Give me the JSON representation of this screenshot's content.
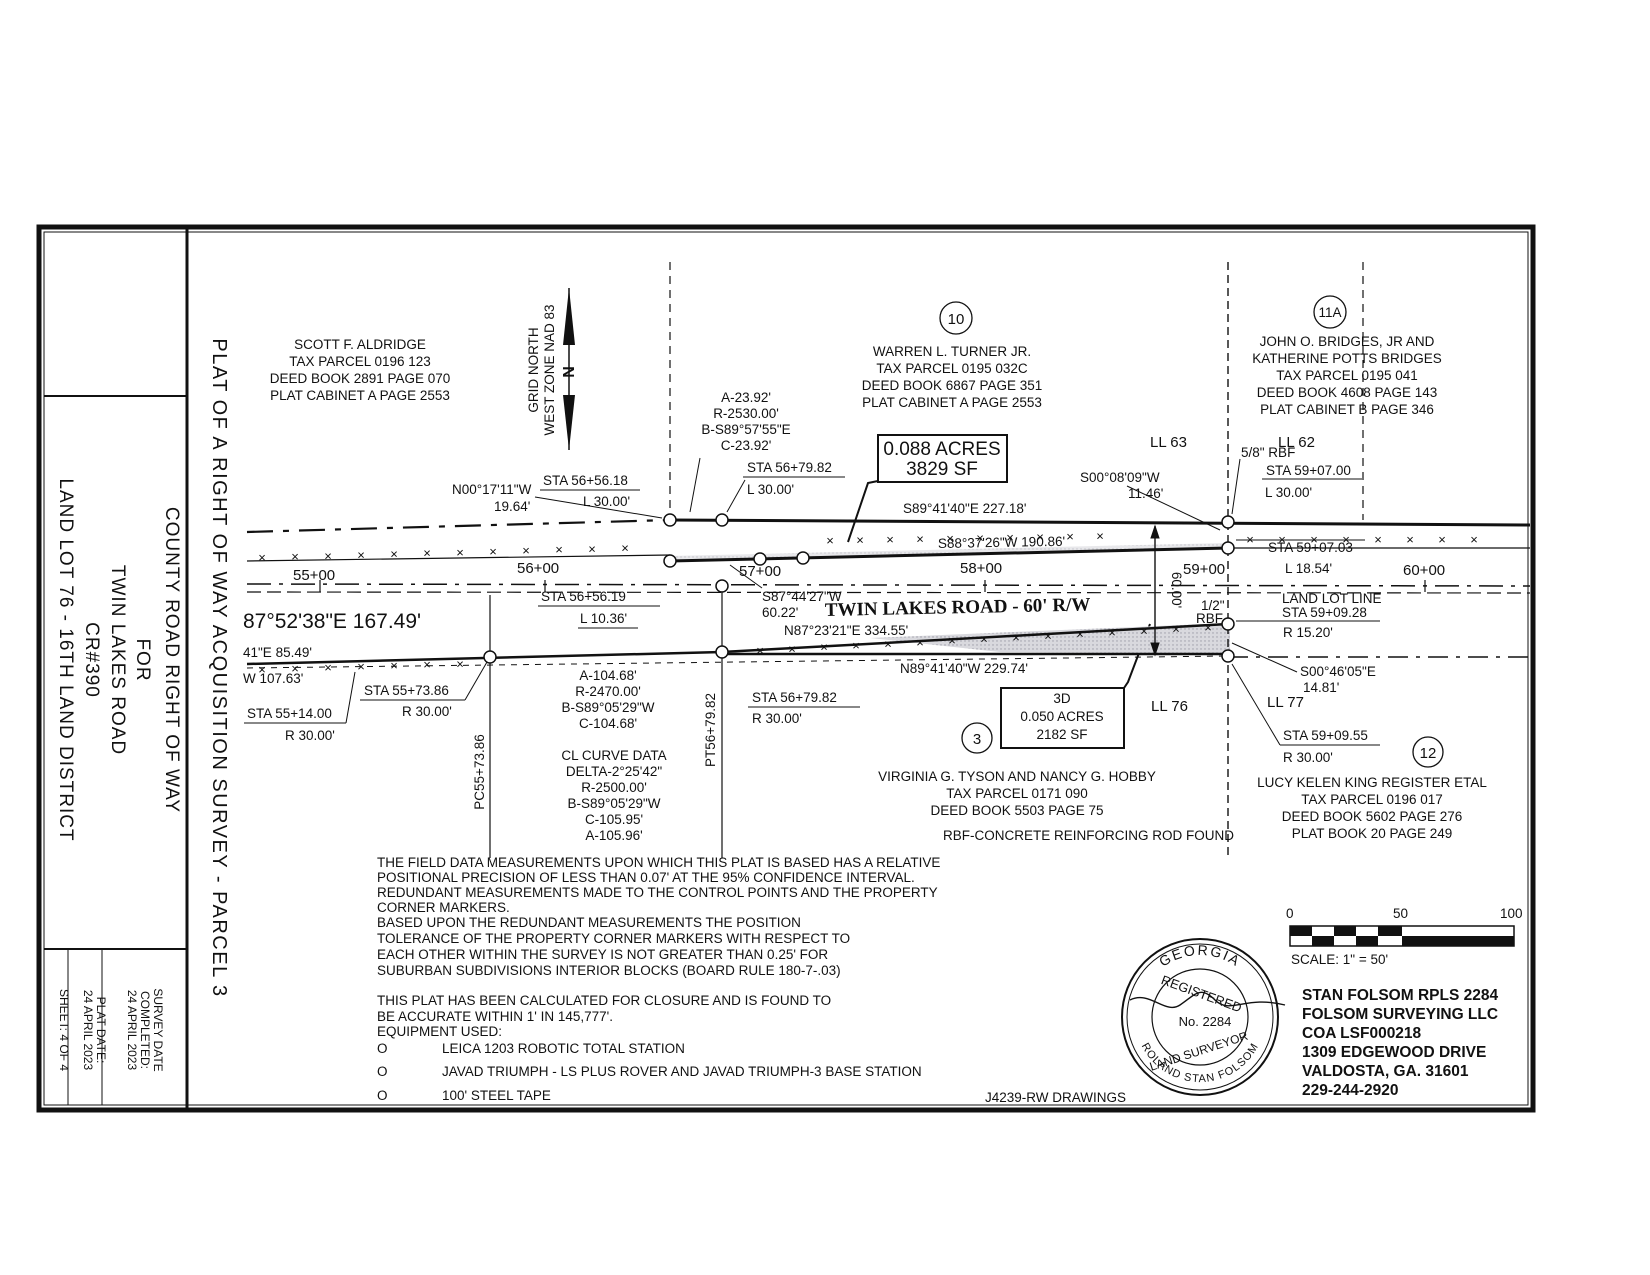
{
  "title_block": {
    "line1": "COUNTY ROAD RIGHT OF WAY",
    "line2": "FOR",
    "line3": "TWIN LAKES ROAD",
    "line4": "CR#390",
    "line5": "LAND LOT 76 - 16TH LAND DISTRICT",
    "survey_label_1": "SURVEY DATE",
    "survey_label_2": "COMPLETED:",
    "survey_date": "24 APRIL 2023",
    "plat_date_label": "PLAT DATE:",
    "plat_date": "24 APRIL 2023",
    "sheet": "SHEET:  4 OF 4"
  },
  "main_title": "PLAT OF A RIGHT OF WAY ACQUISITION SURVEY - PARCEL 3",
  "north_arrow": {
    "label1": "GRID NORTH",
    "label2": "WEST ZONE NAD 83",
    "letter": "N"
  },
  "owners": {
    "aldridge": [
      "SCOTT F. ALDRIDGE",
      "TAX PARCEL 0196 123",
      "DEED BOOK 2891 PAGE 070",
      "PLAT CABINET A PAGE 2553"
    ],
    "turner": [
      "WARREN L. TURNER JR.",
      "TAX PARCEL 0195 032C",
      "DEED BOOK 6867 PAGE 351",
      "PLAT CABINET A PAGE 2553"
    ],
    "bridges": [
      "JOHN O. BRIDGES, JR AND",
      "KATHERINE POTTS BRIDGES",
      "TAX PARCEL 0195 041",
      "DEED BOOK 4608 PAGE 143",
      "PLAT CABINET B PAGE 346"
    ],
    "tyson": [
      "VIRGINIA G. TYSON AND NANCY G. HOBBY",
      "TAX PARCEL 0171 090",
      "DEED BOOK 5503 PAGE 75"
    ],
    "register": [
      "LUCY KELEN KING REGISTER ETAL",
      "TAX PARCEL 0196 017",
      "DEED BOOK 5602 PAGE 276",
      "PLAT BOOK 20 PAGE 249"
    ]
  },
  "parcel_numbers": {
    "p10": "10",
    "p11a": "11A",
    "p3": "3",
    "p12": "12"
  },
  "areas": {
    "north": [
      "0.088 ACRES",
      "3829 SF"
    ],
    "south": [
      "3D",
      "0.050 ACRES",
      "2182 SF"
    ]
  },
  "land_lots": {
    "ll63": "LL 63",
    "ll62": "LL 62",
    "ll76": "LL 76",
    "ll77": "LL 77",
    "lot_line": "LAND LOT LINE"
  },
  "road_name": "TWIN LAKES ROAD - 60' R/W",
  "stations": {
    "s55": "55+00",
    "s56": "56+00",
    "s57": "57+00",
    "s58": "58+00",
    "s59": "59+00",
    "s60": "60+00"
  },
  "annotations": {
    "sta_5656_18": "STA 56+56.18",
    "l30a": "L 30.00'",
    "sta_5679_82n": "STA 56+79.82",
    "l30b": "L 30.00'",
    "curve_n": [
      "A-23.92'",
      "R-2530.00'",
      "B-S89°57'55\"E",
      "C-23.92'"
    ],
    "n0017": "N00°17'11\"W",
    "d1964": "19.64'",
    "s8941e": "S89°41'40\"E  227.18'",
    "s8837w": "S88°37'26\"W  190.86'",
    "s0008": "S00°08'09\"W",
    "d1146": "11.46'",
    "rbf58": "5/8\" RBF",
    "sta_5907_00": "STA 59+07.00",
    "l30c": "L 30.00'",
    "sta_5907_03": "STA 59+07.03",
    "l1854": "L 18.54'",
    "rw60": "60.00'",
    "rbf12a": "1/2\"",
    "rbf12b": "RBF",
    "sta_5909_28": "STA 59+09.28",
    "r1520": "R 15.20'",
    "s0046": "S00°46'05\"E",
    "d1481": "14.81'",
    "sta_5909_55": "STA 59+09.55",
    "r30d": "R 30.00'",
    "sta_5656_19": "STA 56+56.19",
    "l1036": "L 10.36'",
    "s8744": "S87°44'27\"W",
    "d6022": "60.22'",
    "n8723": "N87°23'21\"E  334.55'",
    "n8941w": "N89°41'40\"W  229.74'",
    "bearing_left": "87°52'38\"E  167.49'",
    "frag_e": "41\"E  85.49'",
    "frag_w": "W  107.63'",
    "sta_5573_86": "STA 55+73.86",
    "r30e": "R 30.00'",
    "sta_5514": "STA 55+14.00",
    "r30f": "R 30.00'",
    "curve_s": [
      "A-104.68'",
      "R-2470.00'",
      "B-S89°05'29\"W",
      "C-104.68'"
    ],
    "sta_5679_82s": "STA 56+79.82",
    "r30g": "R 30.00'",
    "cl_curve": [
      "CL CURVE DATA",
      "DELTA-2°25'42\"",
      "R-2500.00'",
      "B-S89°05'29\"W",
      "C-105.95'",
      "A-105.96'"
    ],
    "pc": "PC55+73.86",
    "pt": "PT56+79.82",
    "rbf_note": "RBF-CONCRETE REINFORCING ROD FOUND"
  },
  "notes": [
    "THE FIELD DATA MEASUREMENTS UPON WHICH THIS PLAT IS BASED HAS A RELATIVE",
    "POSITIONAL PRECISION OF LESS THAN 0.07' AT THE 95% CONFIDENCE INTERVAL.",
    "REDUNDANT MEASUREMENTS MADE TO THE CONTROL POINTS AND THE PROPERTY",
    "CORNER MARKERS.",
    "BASED UPON THE REDUNDANT MEASUREMENTS THE POSITION",
    "TOLERANCE OF THE PROPERTY CORNER MARKERS WITH RESPECT TO",
    "EACH OTHER WITHIN THE SURVEY IS NOT GREATER THAN 0.25' FOR",
    "SUBURBAN SUBDIVISIONS INTERIOR BLOCKS (BOARD RULE 180-7-.03)"
  ],
  "closure": [
    "THIS PLAT HAS BEEN CALCULATED FOR CLOSURE AND IS FOUND TO",
    "BE ACCURATE WITHIN 1' IN 145,777'.",
    "EQUIPMENT USED:"
  ],
  "equipment": [
    {
      "bullet": "O",
      "text": "LEICA 1203 ROBOTIC TOTAL STATION"
    },
    {
      "bullet": "O",
      "text": "JAVAD TRIUMPH - LS PLUS ROVER AND JAVAD TRIUMPH-3  BASE STATION"
    },
    {
      "bullet": "O",
      "text": "100' STEEL TAPE"
    }
  ],
  "drawing_no": "J4239-RW DRAWINGS",
  "scale": {
    "t0": "0",
    "t50": "50",
    "t100": "100",
    "label": "SCALE: 1\" = 50'"
  },
  "seal": {
    "state": "GEORGIA",
    "registered": "REGISTERED",
    "number": "No. 2284",
    "land_surveyor": "LAND SURVEYOR",
    "name": "ROLAND STAN FOLSOM"
  },
  "company": [
    "STAN FOLSOM RPLS 2284",
    "FOLSOM SURVEYING LLC",
    "COA LSF000218",
    "1309 EDGEWOOD DRIVE",
    "VALDOSTA, GA. 31601",
    "229-244-2920"
  ]
}
